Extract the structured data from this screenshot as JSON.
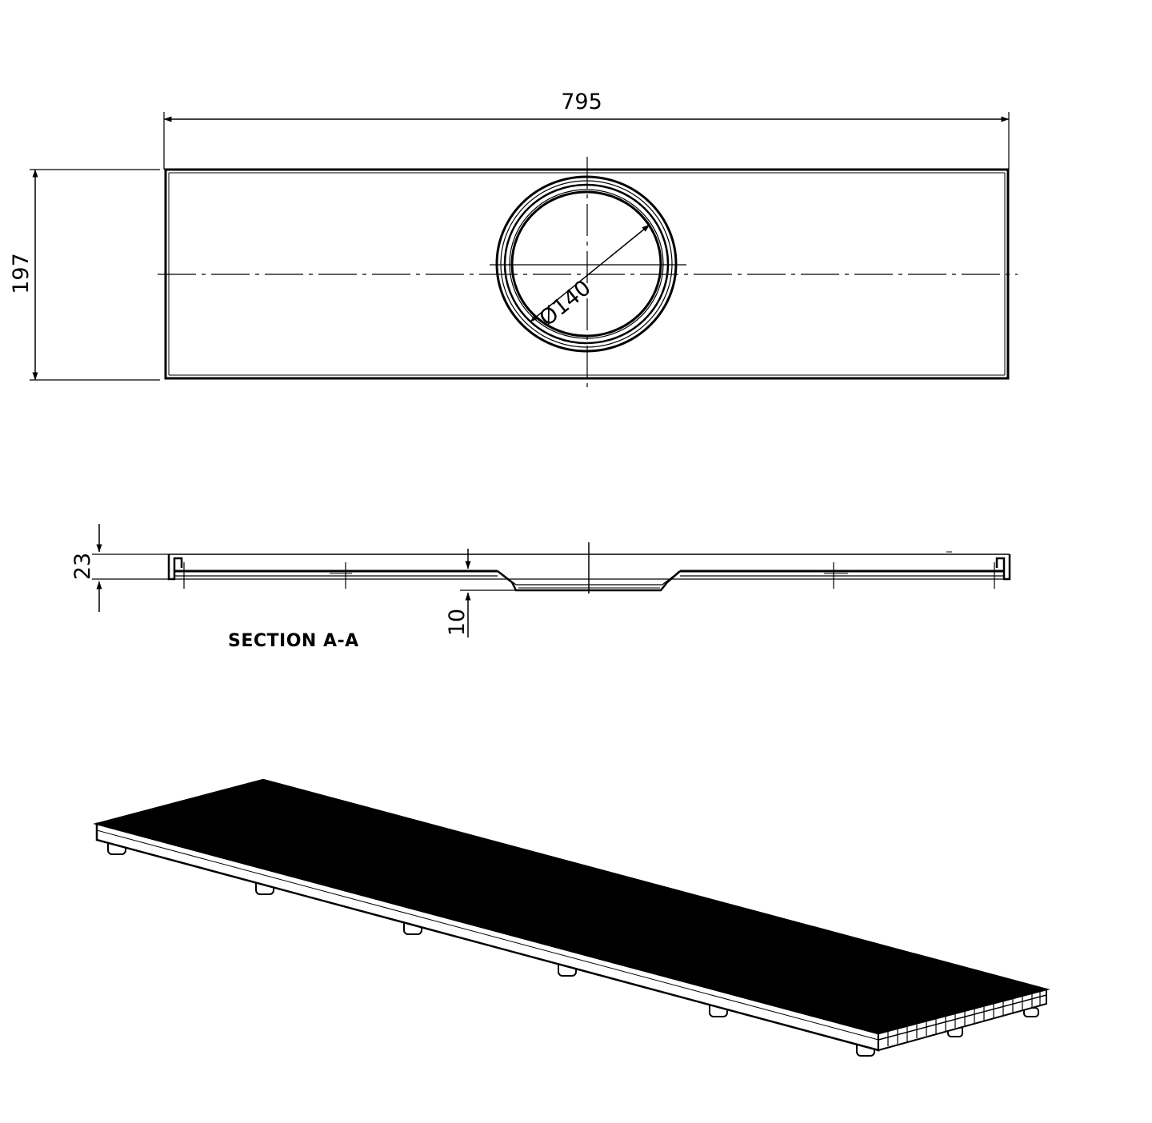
{
  "drawing": {
    "dimensions": {
      "length": "795",
      "width": "197",
      "diameter": "Ø140",
      "height": "23",
      "depth": "10"
    },
    "section_label": "SECTION A-A"
  },
  "colors": {
    "line": "#000000",
    "background": "#ffffff"
  }
}
